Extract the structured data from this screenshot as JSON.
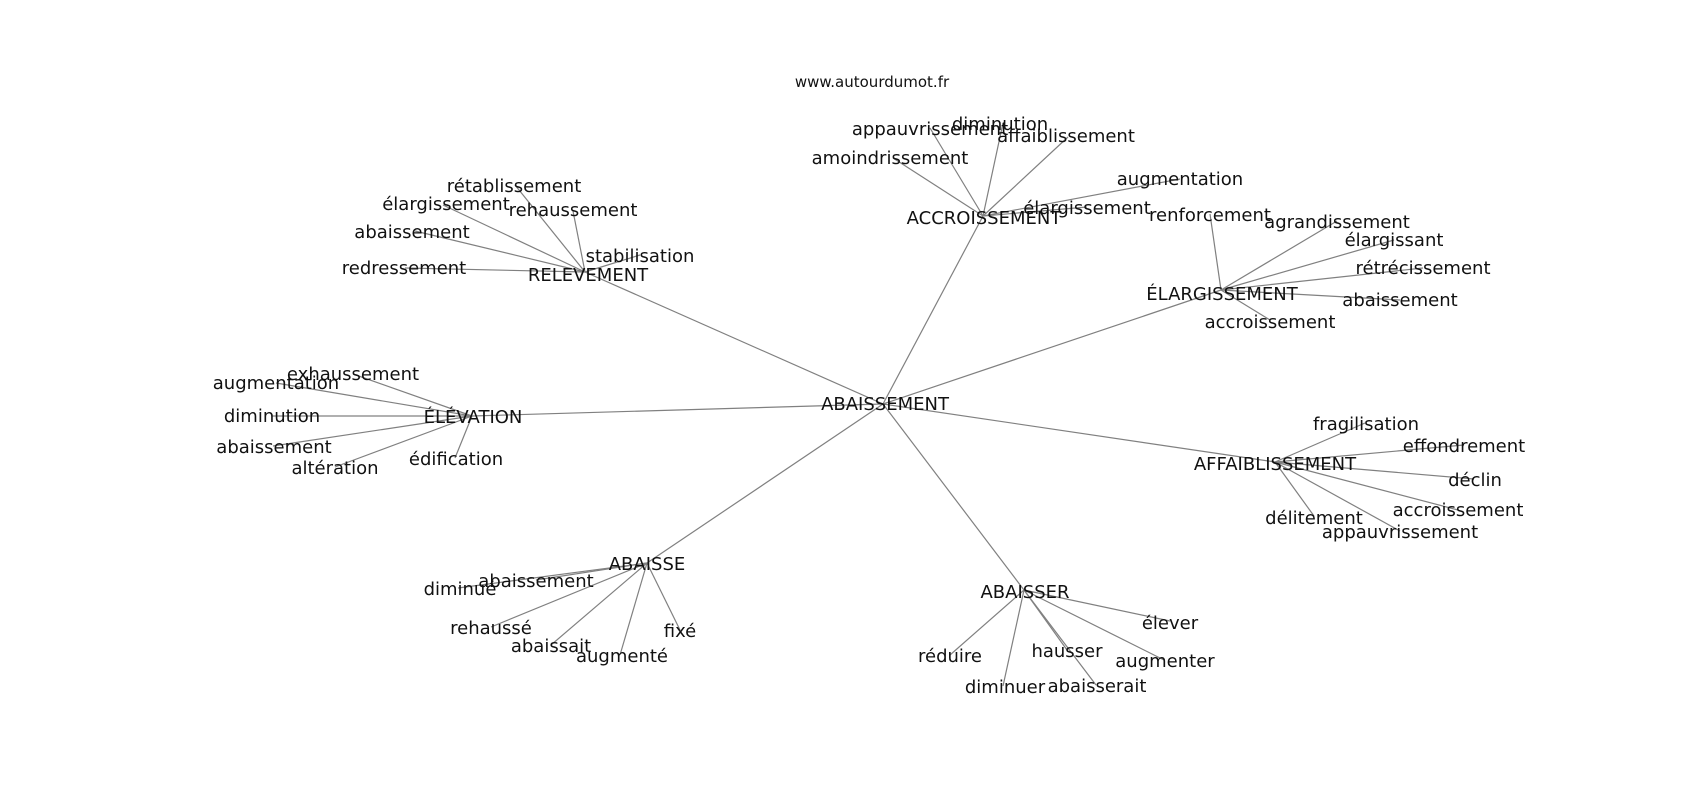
{
  "watermark": "www.autourdumot.fr",
  "center": "ABAISSEMENT",
  "colors": {
    "edge": "#808080",
    "text": "#111111",
    "background": "#ffffff"
  },
  "hubs": [
    {
      "id": "relevement",
      "label": "RELEVEMENT",
      "children": [
        "rétablissement",
        "élargissement",
        "rehaussement",
        "abaissement",
        "stabilisation",
        "redressement"
      ]
    },
    {
      "id": "accroissement",
      "label": "ACCROISSEMENT",
      "children": [
        "appauvrissement",
        "diminution",
        "affaiblissement",
        "amoindrissement",
        "augmentation",
        "élargissement"
      ]
    },
    {
      "id": "elargissement",
      "label": "ÉLARGISSEMENT",
      "children": [
        "renforcement",
        "agrandissement",
        "élargissant",
        "rétrécissement",
        "abaissement",
        "accroissement"
      ]
    },
    {
      "id": "elevation",
      "label": "ÉLÉVATION",
      "children": [
        "exhaussement",
        "augmentation",
        "diminution",
        "abaissement",
        "altération",
        "édification"
      ]
    },
    {
      "id": "affaiblissement",
      "label": "AFFAIBLISSEMENT",
      "children": [
        "fragilisation",
        "effondrement",
        "déclin",
        "délitement",
        "accroissement",
        "appauvrissement"
      ]
    },
    {
      "id": "abaisse",
      "label": "ABAISSE",
      "children": [
        "diminué",
        "abaissement",
        "rehaussé",
        "abaissait",
        "augmenté",
        "fixé"
      ]
    },
    {
      "id": "abaisser",
      "label": "ABAISSER",
      "children": [
        "élever",
        "réduire",
        "hausser",
        "augmenter",
        "diminuer",
        "abaisserait"
      ]
    }
  ]
}
